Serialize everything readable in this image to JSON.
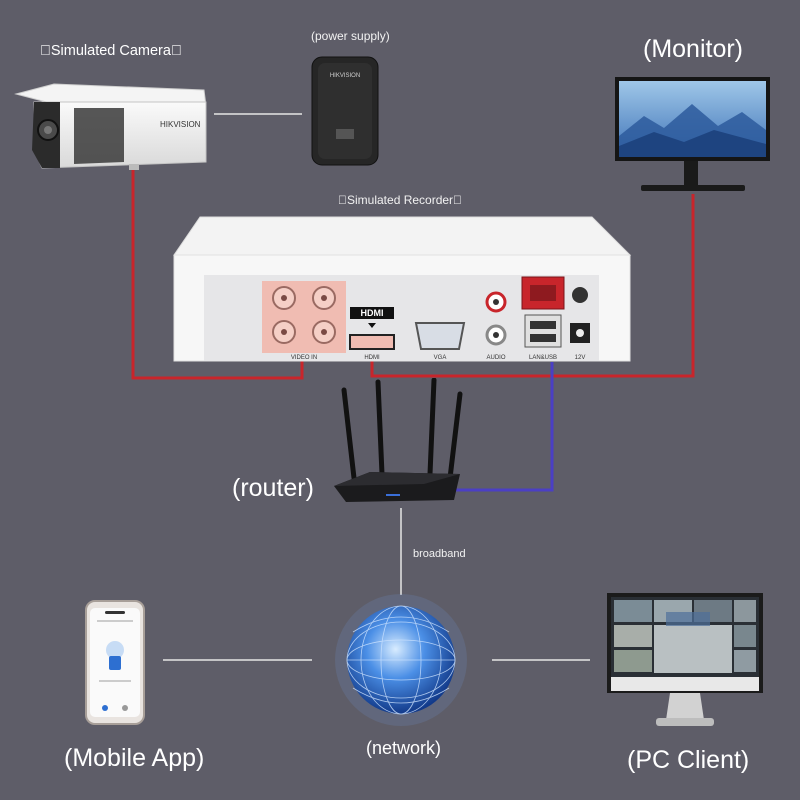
{
  "labels": {
    "camera": "\u0000Simulated Camera\u0000",
    "power_supply": "(power supply)",
    "monitor": "(Monitor)",
    "recorder": "\u0000Simulated Recorder\u0000",
    "router": "(router)",
    "broadband": "broadband",
    "mobile_app": "(Mobile App)",
    "network": "(network)",
    "pc_client": "(PC Client)"
  },
  "device_text": {
    "camera_brand": "HIKVISION",
    "psu_brand": "HIKVISION",
    "hdmi_logo": "HDMI",
    "hdmi_port": "HDMI",
    "video_in": "VIDEO IN",
    "vga": "VGA",
    "audio": "AUDIO",
    "lan_usb": "LAN&USB",
    "power_12v": "12V"
  },
  "colors": {
    "background": "#5e5d68",
    "video_cable": "#c8252b",
    "network_cable": "#4b3fc4",
    "thin_link": "#e6e6e6"
  }
}
